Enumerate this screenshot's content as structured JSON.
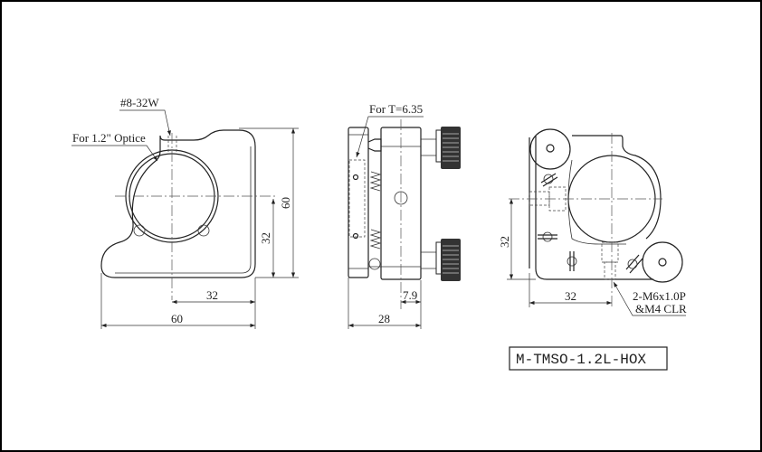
{
  "front_view": {
    "thread_label": "#8-32W",
    "optic_label": "For 1.2\" Optice",
    "dim_height": "60",
    "dim_center_height": "32",
    "dim_center_width": "32",
    "dim_width": "60"
  },
  "side_view": {
    "thickness_label": "For T=6.35",
    "dim_offset": "7.9",
    "dim_depth": "28"
  },
  "rear_view": {
    "dim_center_height": "32",
    "dim_center_width": "32",
    "hole_label_line1": "2-M6x1.0P",
    "hole_label_line2": "&M4 CLR"
  },
  "part_number": "M-TMSO-1.2L-HOX"
}
